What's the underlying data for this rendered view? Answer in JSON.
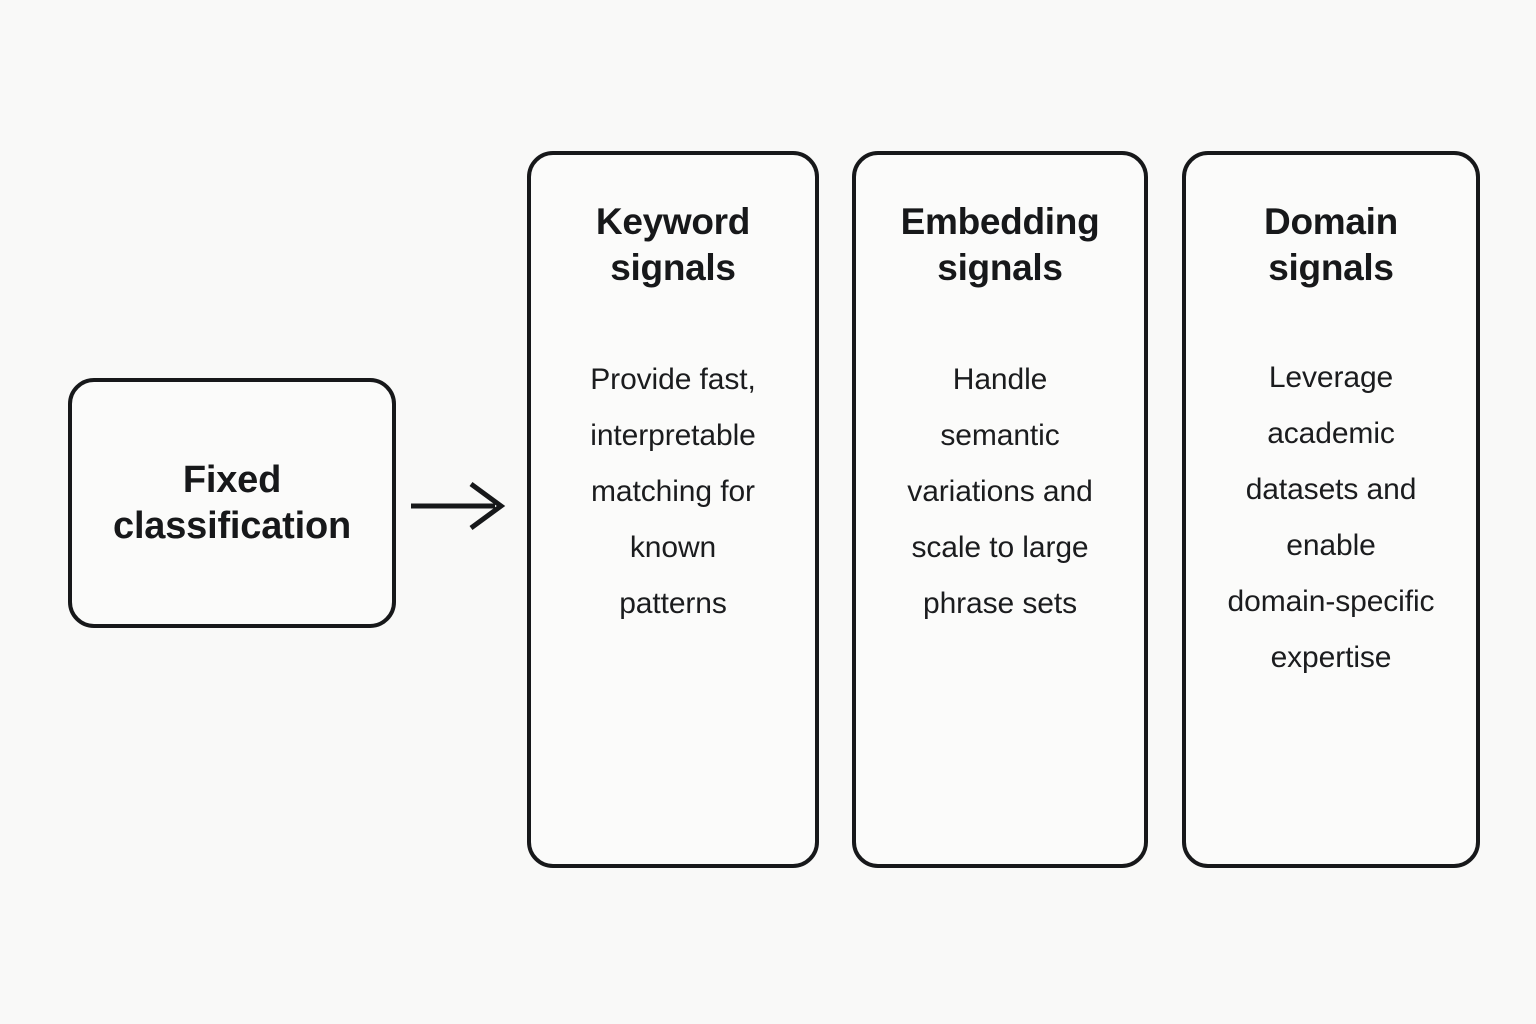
{
  "diagram": {
    "background_color": "#f9f9f8",
    "stroke_color": "#17181a",
    "text_color": "#17181a",
    "source": {
      "label": "Fixed\nclassification"
    },
    "connector": {
      "icon": "arrow-right-icon"
    },
    "cards": [
      {
        "title": "Keyword\nsignals",
        "body": "Provide fast,\ninterpretable\nmatching for\nknown\npatterns"
      },
      {
        "title": "Embedding\nsignals",
        "body": "Handle\nsemantic\nvariations and\nscale to large\nphrase sets"
      },
      {
        "title": "Domain\nsignals",
        "body": "Leverage\nacademic\ndatasets and\nenable\ndomain-specific\nexpertise"
      }
    ]
  }
}
